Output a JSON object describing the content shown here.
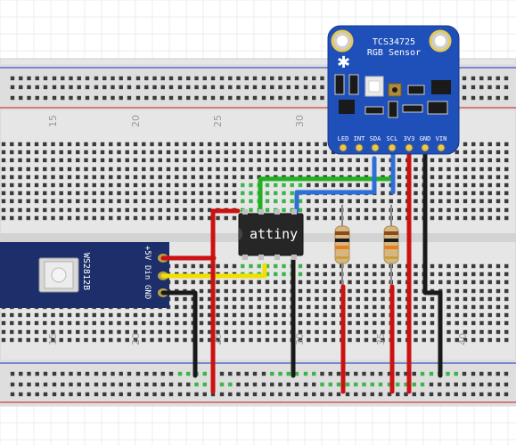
{
  "breadboard": {
    "column_labels_top": [
      "15",
      "20",
      "25",
      "30"
    ],
    "column_labels_bottom": [
      "15",
      "20",
      "25",
      "30",
      "35",
      "40"
    ]
  },
  "sensor": {
    "title": "TCS34725",
    "subtitle": "RGB Sensor",
    "pins": [
      "LED",
      "INT",
      "SDA",
      "SCL",
      "3V3",
      "GND",
      "VIN"
    ]
  },
  "chip": {
    "label": "attiny"
  },
  "led_module": {
    "name": "WS2812B",
    "pins": [
      "+5V",
      "Din",
      "GND"
    ]
  },
  "colors": {
    "board": "#e8e8e8",
    "rail_red": "#d04040",
    "rail_blue": "#3a54c8",
    "pcb_blue": "#1f4fb8",
    "pcb_navy": "#1c2f6b",
    "wire_red": "#cc1111",
    "wire_black": "#1a1a1a",
    "wire_green": "#22b022",
    "wire_blue": "#2d6fd6",
    "wire_yellow": "#f0e000"
  }
}
